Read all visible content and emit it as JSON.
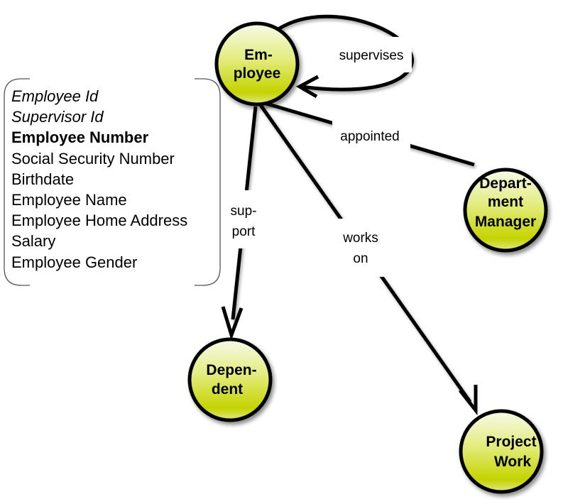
{
  "diagram": {
    "type": "entity-relationship",
    "colors": {
      "node_fill_light": "#f4f8d8",
      "node_fill_dark": "#c6d400",
      "stroke": "#000000",
      "bracket": "#555555"
    },
    "nodes": [
      {
        "id": "employee",
        "lines": [
          "Em-",
          "ployee"
        ]
      },
      {
        "id": "department-manager",
        "lines": [
          "Depart-",
          "ment",
          "Manager"
        ]
      },
      {
        "id": "dependent",
        "lines": [
          "Depen-",
          "dent"
        ]
      },
      {
        "id": "project-work",
        "lines": [
          "Project",
          "Work"
        ]
      }
    ],
    "edges": [
      {
        "id": "supervises",
        "from": "employee",
        "to": "employee",
        "lines": [
          "supervises"
        ],
        "arrow": true
      },
      {
        "id": "appointed",
        "from": "employee",
        "to": "department-manager",
        "lines": [
          "appointed"
        ],
        "arrow": false
      },
      {
        "id": "support",
        "from": "employee",
        "to": "dependent",
        "lines": [
          "sup-",
          "port"
        ],
        "arrow": true
      },
      {
        "id": "works-on",
        "from": "employee",
        "to": "project-work",
        "lines": [
          "works",
          "on"
        ],
        "arrow": true
      }
    ],
    "attributes": {
      "entity": "employee",
      "items": [
        {
          "text": "Employee Id",
          "style": "italic"
        },
        {
          "text": "Supervisor Id",
          "style": "italic"
        },
        {
          "text": "Employee Number",
          "style": "bold"
        },
        {
          "text": "Social Security Number",
          "style": "normal"
        },
        {
          "text": "Birthdate",
          "style": "normal"
        },
        {
          "text": "Employee Name",
          "style": "normal"
        },
        {
          "text": "Employee Home Address",
          "style": "normal"
        },
        {
          "text": "Salary",
          "style": "normal"
        },
        {
          "text": "Employee Gender",
          "style": "normal"
        }
      ]
    }
  }
}
